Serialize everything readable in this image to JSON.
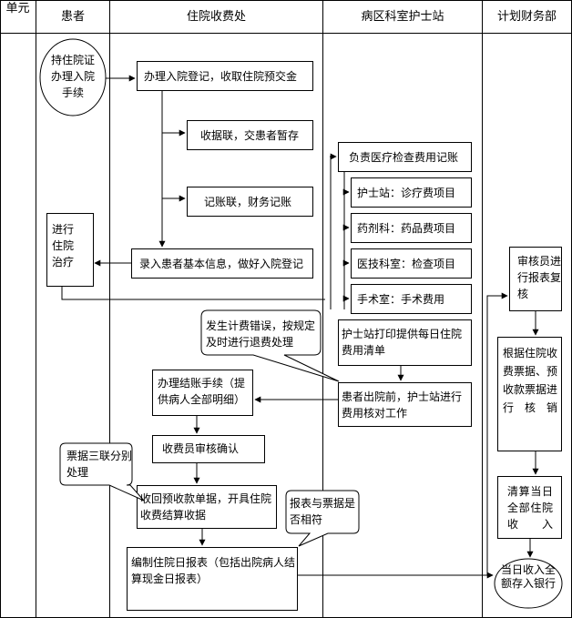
{
  "header": {
    "unit": "单元",
    "patient": "患者",
    "billing": "住院收费处",
    "ward": "病区科室护士站",
    "finance": "计划财务部"
  },
  "nodes": {
    "hold_card": "持住院证办理入院手续",
    "register": "办理入院登记，收取住院预交金",
    "receipt_copy": "收据联，交患者暂存",
    "account_copy": "记账联，财务记账",
    "in_treatment": "进行住院治疗",
    "record_info": "录入患者基本信息，做好入院登记",
    "charge_account": "负责医疗检查费用记账",
    "nurse_station": "护士站：诊疗费项目",
    "pharmacy": "药剂科：药品费项目",
    "medtech": "医技科室：检查项目",
    "surgery": "手术室：手术费用",
    "charge_error": "发生计费错误，按规定及时进行退费处理",
    "daily_list": "护士站打印提供每日住院费用清单",
    "settle": "办理结账手续（提供病人全部明细）",
    "discharge_check": "患者出院前，护士站进行费用核对工作",
    "cashier_review": "收费员审核确认",
    "receipt_three": "票据三联分别处理",
    "collect_receipt": "收回预收款单据，开具住院收费结算收据",
    "report_match": "报表与票据是否相符",
    "daily_report": "编制住院日报表（包括出院病人结算现金日报表）",
    "auditor_review": "审核员进行报表复核",
    "audit_basis": "根据住院收费票据、预收款票据进行核销",
    "clear_income": "清算当日全部住院收入",
    "deposit_bank": "当日收入全额存入银行"
  }
}
